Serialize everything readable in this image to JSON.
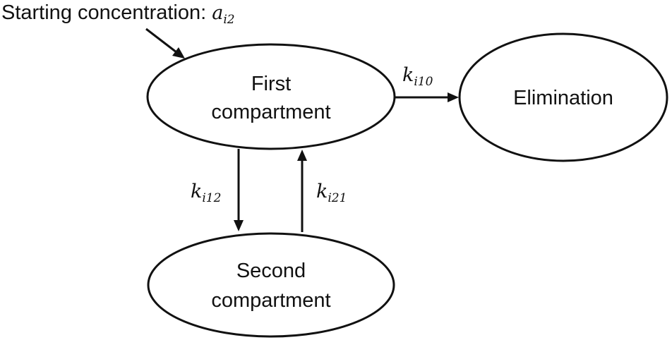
{
  "start_label": {
    "text": "Starting concentration: ",
    "symbol": "a",
    "subscript": "i2"
  },
  "nodes": {
    "first": {
      "line1": "First",
      "line2": "compartment"
    },
    "second": {
      "line1": "Second",
      "line2": "compartment"
    },
    "elimination": {
      "label": "Elimination"
    }
  },
  "edges": {
    "k10": {
      "symbol": "k",
      "subscript": "i10"
    },
    "k12": {
      "symbol": "k",
      "subscript": "i12"
    },
    "k21": {
      "symbol": "k",
      "subscript": "i21"
    }
  },
  "colors": {
    "stroke": "#111111",
    "background": "#ffffff"
  }
}
